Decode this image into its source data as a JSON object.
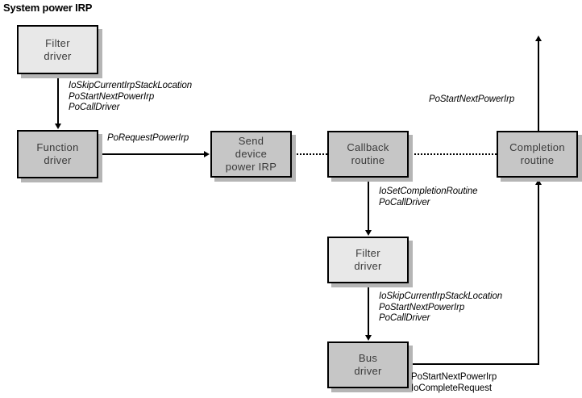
{
  "diagram": {
    "title": "System power IRP",
    "nodes": [
      {
        "id": "filter-driver-top",
        "lines": [
          "Filter",
          "driver"
        ],
        "fill": "#e8e8e8"
      },
      {
        "id": "function-driver",
        "lines": [
          "Function",
          "driver"
        ],
        "fill": "#c6c6c6"
      },
      {
        "id": "send-device-power-irp",
        "lines": [
          "Send",
          "device",
          "power IRP"
        ],
        "fill": "#c6c6c6"
      },
      {
        "id": "callback-routine",
        "lines": [
          "Callback",
          "routine"
        ],
        "fill": "#c6c6c6"
      },
      {
        "id": "completion-routine",
        "lines": [
          "Completion",
          "routine"
        ],
        "fill": "#c6c6c6"
      },
      {
        "id": "filter-driver-lower",
        "lines": [
          "Filter",
          "driver"
        ],
        "fill": "#e8e8e8"
      },
      {
        "id": "bus-driver",
        "lines": [
          "Bus",
          "driver"
        ],
        "fill": "#c6c6c6"
      }
    ],
    "annotations": [
      {
        "id": "filter-to-function-calls",
        "text": "IoSkipCurrentIrpStackLocation\nPoStartNextPowerIrp\nPoCallDriver",
        "style": "italic"
      },
      {
        "id": "function-to-send-call",
        "text": "PoRequestPowerIrp",
        "style": "italic"
      },
      {
        "id": "callback-to-filter-calls",
        "text": "IoSetCompletionRoutine\nPoCallDriver",
        "style": "italic"
      },
      {
        "id": "filter-to-bus-calls",
        "text": "IoSkipCurrentIrpStackLocation\nPoStartNextPowerIrp\nPoCallDriver",
        "style": "italic"
      },
      {
        "id": "bus-completion-calls",
        "text": "PoStartNextPowerIrp\nIoCompleteRequest",
        "style": "plain"
      },
      {
        "id": "completion-exit-call",
        "text": "PoStartNextPowerIrp",
        "style": "italic"
      }
    ]
  }
}
